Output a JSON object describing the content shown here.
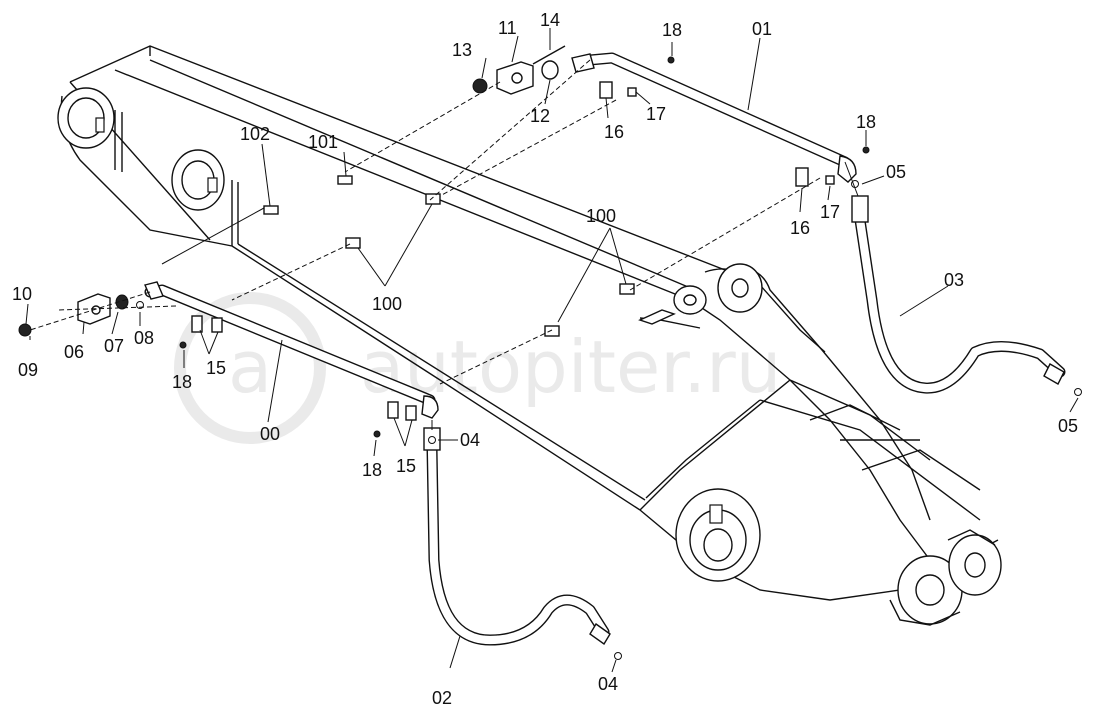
{
  "watermark": {
    "text": "autopiter.ru"
  },
  "callouts": {
    "c00": "00",
    "c01": "01",
    "c02": "02",
    "c03": "03",
    "c04a": "04",
    "c04b": "04",
    "c05a": "05",
    "c05b": "05",
    "c06": "06",
    "c07": "07",
    "c08": "08",
    "c09": "09",
    "c10": "10",
    "c11": "11",
    "c12": "12",
    "c13": "13",
    "c14": "14",
    "c15a": "15",
    "c15b": "15",
    "c16a": "16",
    "c16b": "16",
    "c17a": "17",
    "c17b": "17",
    "c18a": "18",
    "c18b": "18",
    "c18c": "18",
    "c18d": "18",
    "c100a": "100",
    "c100b": "100",
    "c101": "101",
    "c102": "102"
  }
}
